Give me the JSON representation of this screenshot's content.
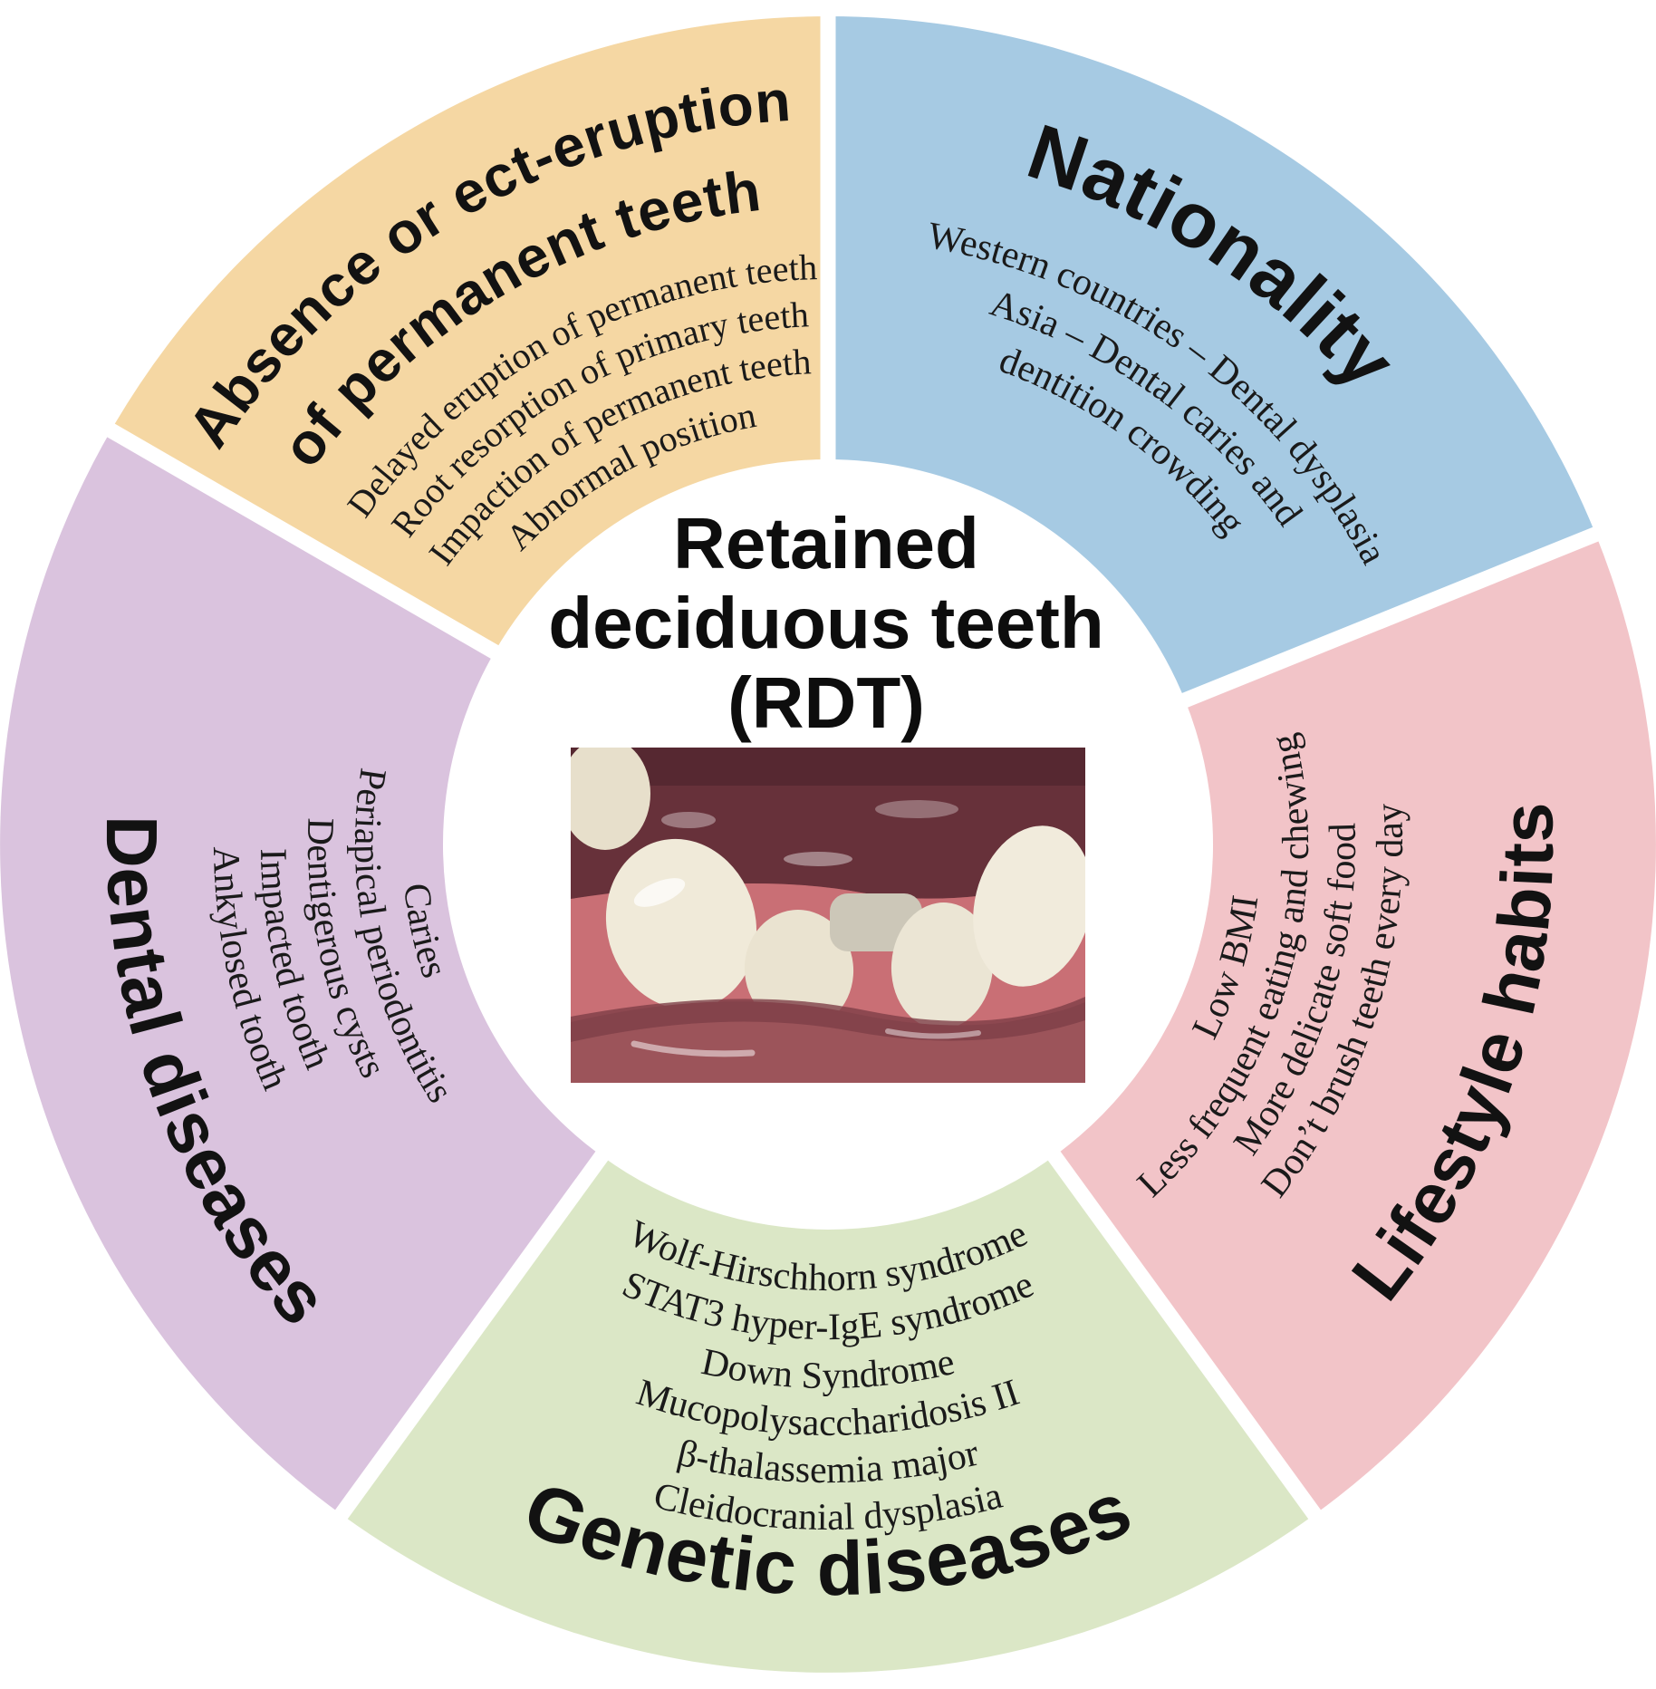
{
  "center": {
    "title_lines": [
      "Retained",
      "deciduous teeth",
      "(RDT)"
    ]
  },
  "segments": {
    "absence": {
      "color": "#F5D7A3",
      "title_lines": [
        "Absence or ect-eruption",
        "of permanent teeth"
      ],
      "items": [
        "Delayed eruption of permanent teeth",
        "Root resorption of primary teeth",
        "Impaction of permanent teeth",
        "Abnormal position"
      ]
    },
    "nationality": {
      "color": "#A6CAE3",
      "title": "Nationality",
      "items": [
        "Western countries – Dental dysplasia",
        "Asia – Dental caries and",
        "dentition crowding"
      ]
    },
    "lifestyle": {
      "color": "#F2C4C8",
      "title": "Lifestyle habits",
      "items": [
        "Low BMI",
        "Less frequent eating and chewing",
        "More delicate soft food",
        "Don’t brush teeth every day"
      ]
    },
    "genetic": {
      "color": "#DBE7C6",
      "title": "Genetic diseases",
      "items": [
        "Wolf-Hirschhorn syndrome",
        "STAT3 hyper-IgE syndrome",
        "Down Syndrome",
        "Mucopolysaccharidosis II",
        "β-thalassemia major",
        "Cleidocranial dysplasia"
      ]
    },
    "dental": {
      "color": "#DAC3DE",
      "title": "Dental diseases",
      "items": [
        "Caries",
        "Periapical periodontitis",
        "Dentigerous cysts",
        "Impacted tooth",
        "Ankylosed tooth"
      ]
    }
  }
}
